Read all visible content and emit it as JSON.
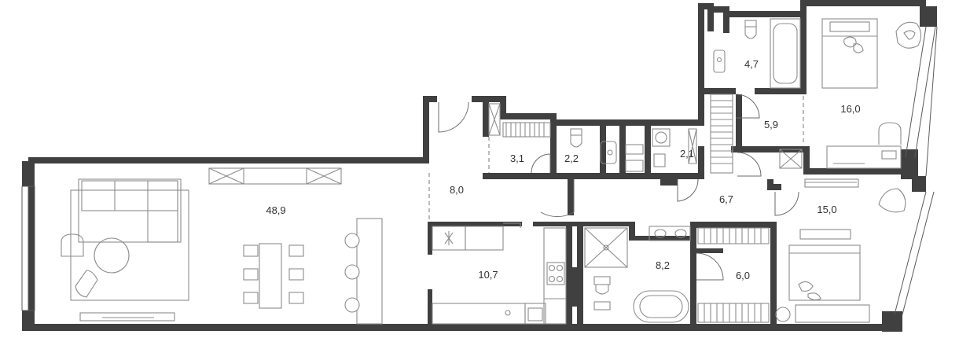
{
  "plan": {
    "rooms": [
      {
        "id": "living",
        "area": "48,9"
      },
      {
        "id": "hall",
        "area": "8,0"
      },
      {
        "id": "storage",
        "area": "3,1"
      },
      {
        "id": "wc",
        "area": "2,2"
      },
      {
        "id": "laundry",
        "area": "2,1"
      },
      {
        "id": "bath-1",
        "area": "4,7"
      },
      {
        "id": "corridor-1",
        "area": "5,9"
      },
      {
        "id": "bedroom-1",
        "area": "16,0"
      },
      {
        "id": "corridor-2",
        "area": "6,7"
      },
      {
        "id": "bedroom-2",
        "area": "15,0"
      },
      {
        "id": "kitchen",
        "area": "10,7"
      },
      {
        "id": "bath-2",
        "area": "8,2"
      },
      {
        "id": "wardrobe",
        "area": "6,0"
      }
    ],
    "colors": {
      "walls": "#404040",
      "furniture": "#8c8c8c",
      "labels": "#333333",
      "background": "#ffffff"
    }
  }
}
